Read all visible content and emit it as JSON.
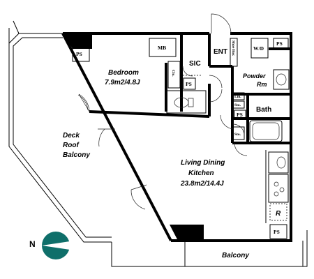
{
  "rooms": {
    "bedroom": {
      "name": "Bedroom",
      "size": "7.9m2/4.8J"
    },
    "living": {
      "name_line1": "Living Dining",
      "name_line2": "Kitchen",
      "size": "23.8m2/14.4J"
    },
    "deck": {
      "line1": "Deck",
      "line2": "Roof",
      "line3": "Balcony"
    },
    "balcony": "Balcony",
    "entrance": "ENT",
    "sic": "SIC",
    "powder_line1": "Powder",
    "powder_line2": "Rm",
    "bath": "Bath"
  },
  "fixtures": {
    "ps": "PS",
    "mb": "MB",
    "wd": "W/D",
    "shoe_box": "Shoe Box",
    "clo": "Clo.",
    "lin": "Lin.",
    "sto": "Sto.",
    "r": "R"
  },
  "compass": {
    "label": "N"
  },
  "colors": {
    "wall": "#000000",
    "compass": "#0f6f6a",
    "background": "#ffffff"
  }
}
